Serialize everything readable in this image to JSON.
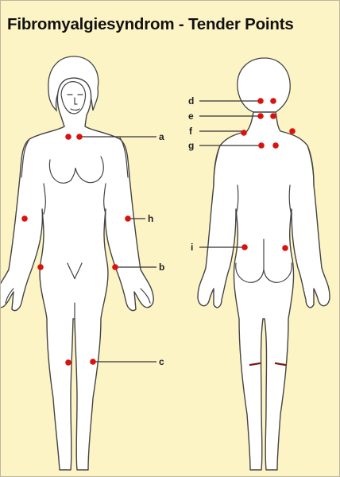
{
  "title": "Fibromyalgiesyndrom - Tender Points",
  "colors": {
    "background": "#fdf4c6",
    "tender_point": "#d9120e",
    "outline": "#444444"
  },
  "labels": {
    "a": "a",
    "b": "b",
    "c": "c",
    "d": "d",
    "e": "e",
    "f": "f",
    "g": "g",
    "h": "h",
    "i": "i"
  }
}
